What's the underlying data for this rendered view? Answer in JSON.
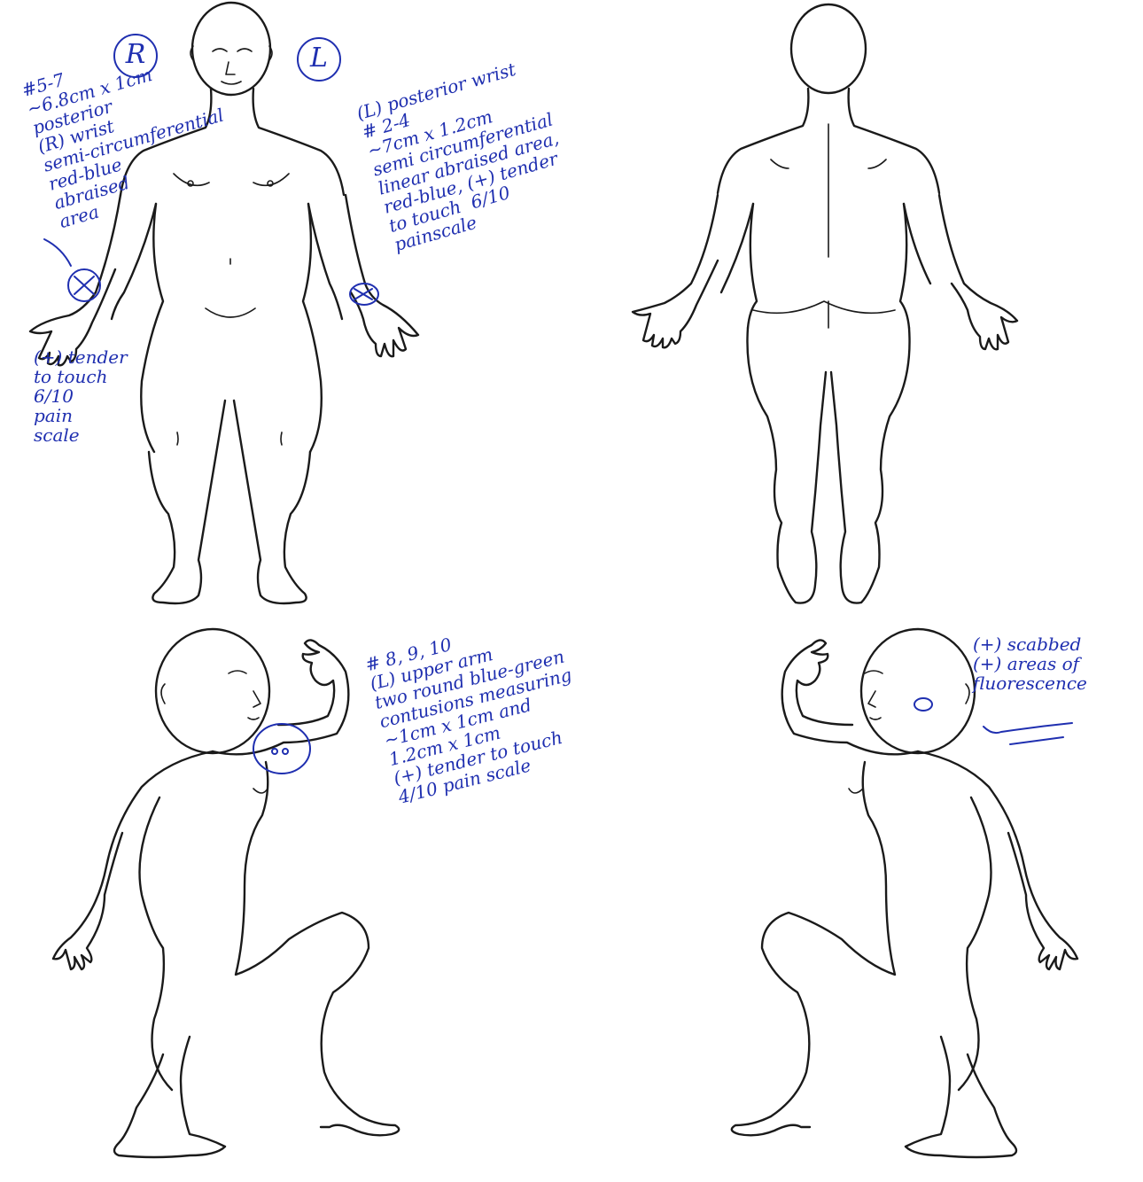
{
  "diagram": {
    "views": [
      {
        "id": "front",
        "label": ""
      },
      {
        "id": "back",
        "label": ""
      },
      {
        "id": "left-side",
        "label": ""
      },
      {
        "id": "right-side",
        "label": ""
      }
    ]
  },
  "markers": {
    "right": "R",
    "left": "L"
  },
  "annotations": {
    "right_wrist": "#5-7\n~6.8cm x 1cm\nposterior\n(R) wrist\nsemi-circumferential\nred-blue\nabraised\narea",
    "right_tender": "(+) tender\nto touch\n6/10\npain\nscale",
    "left_wrist": "(L) posterior wrist\n# 2-4\n~7cm x 1.2cm\nsemi circumferential\nlinear abraised area,\nred-blue, (+) tender\nto touch  6/10\npainscale",
    "upper_arm": "# 8, 9, 10\n(L) upper arm\ntwo round blue-green\ncontusions measuring\n~1cm x 1cm and\n1.2cm x 1cm\n(+) tender to touch\n4/10 pain scale",
    "neck": "(+) scabbed\n(+) areas of\nfluorescence"
  },
  "colors": {
    "ink": "#1f2fb0",
    "outline": "#1a1a1a",
    "paper": "#ffffff"
  }
}
